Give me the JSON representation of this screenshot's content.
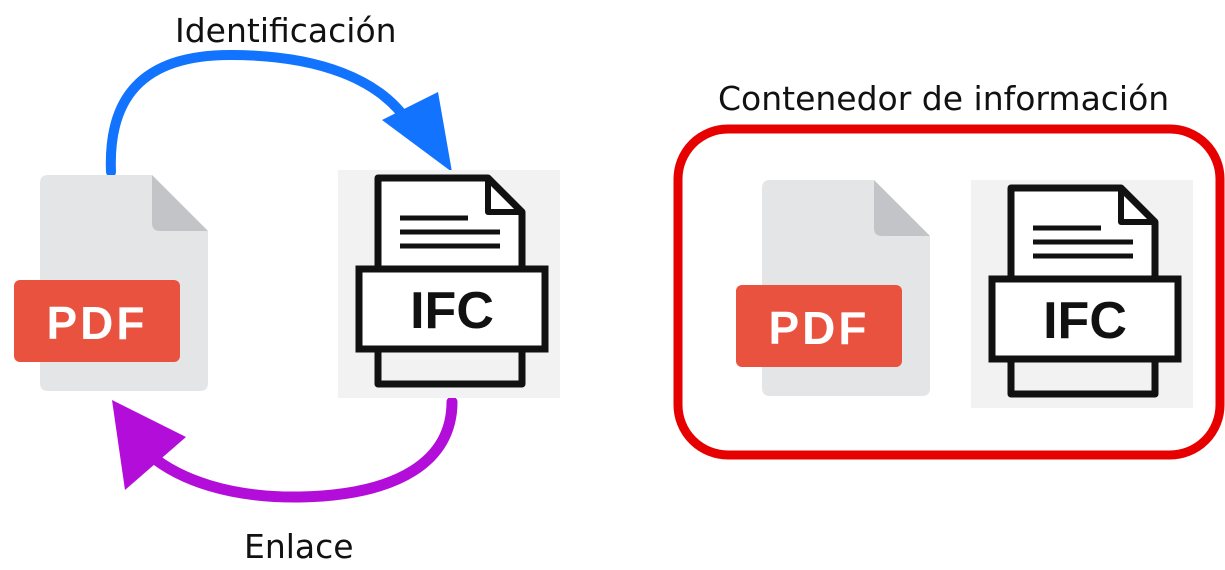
{
  "labels": {
    "identification": "Identificación",
    "link": "Enlace",
    "container": "Contenedor de información"
  },
  "files": {
    "pdf": "PDF",
    "ifc": "IFC"
  },
  "colors": {
    "identification_arrow": "#1273ff",
    "link_arrow": "#b30dd9",
    "container_border": "#e60000",
    "pdf_badge": "#e9523f",
    "pdf_page": "#e4e5e7",
    "pdf_fold": "#c2c4c7",
    "ifc_background": "#f2f2f2"
  }
}
